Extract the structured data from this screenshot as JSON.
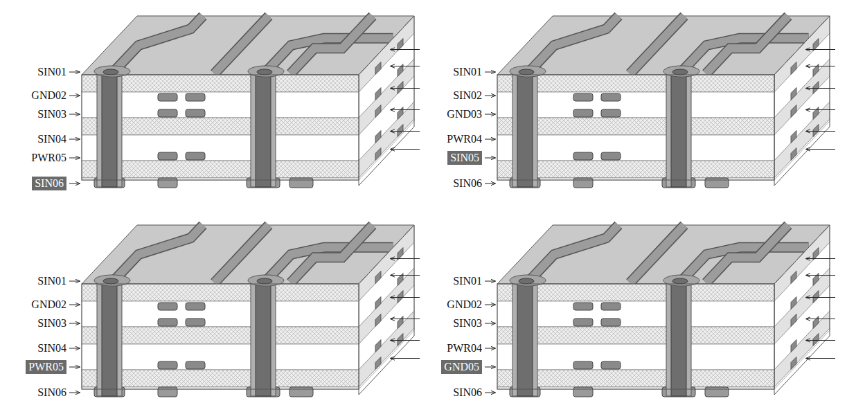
{
  "diagram": {
    "nodes": [
      {
        "text": [
          "SIN06"
        ]
      },
      {
        "text": [
          "SIN05"
        ]
      },
      {
        "text": [
          "PWR05"
        ]
      },
      {
        "text": [
          "GND05"
        ]
      }
    ],
    "labels": [
      "SIN01",
      "GND02",
      "SIN03",
      "SIN04",
      "PWR05",
      "SIN01",
      "SIN02",
      "GND03",
      "PWR04",
      "SIN06",
      "SIN01",
      "GND02",
      "SIN03",
      "SIN04",
      "SIN06",
      "SIN01",
      "GND02",
      "SIN03",
      "PWR04",
      "SIN06"
    ]
  }
}
